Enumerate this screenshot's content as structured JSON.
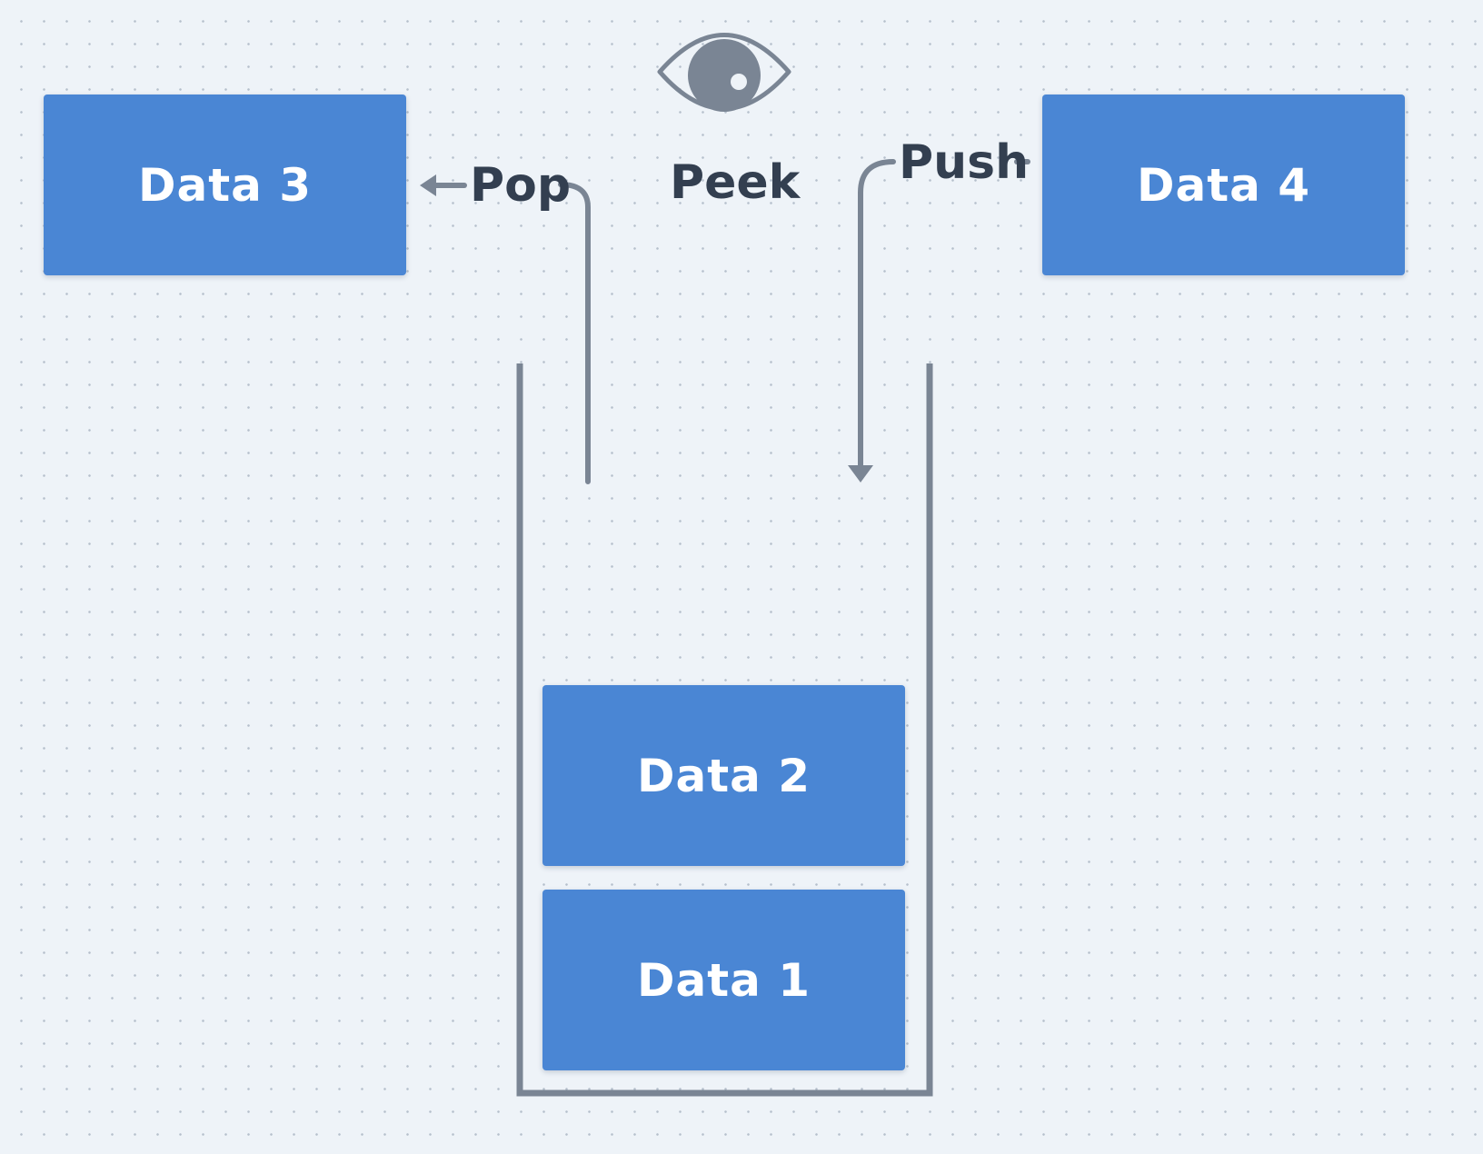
{
  "colors": {
    "background": "#eef3f8",
    "grid_dot": "#b6c0cc",
    "block_fill": "#4a86d4",
    "block_text": "#ffffff",
    "line": "#7a8594",
    "label_text": "#333f50"
  },
  "blocks": {
    "data3": "Data 3",
    "data4": "Data 4",
    "data2": "Data 2",
    "data1": "Data 1"
  },
  "labels": {
    "pop": "Pop",
    "peek": "Peek",
    "push": "Push"
  },
  "icons": {
    "peek": "eye-icon"
  }
}
